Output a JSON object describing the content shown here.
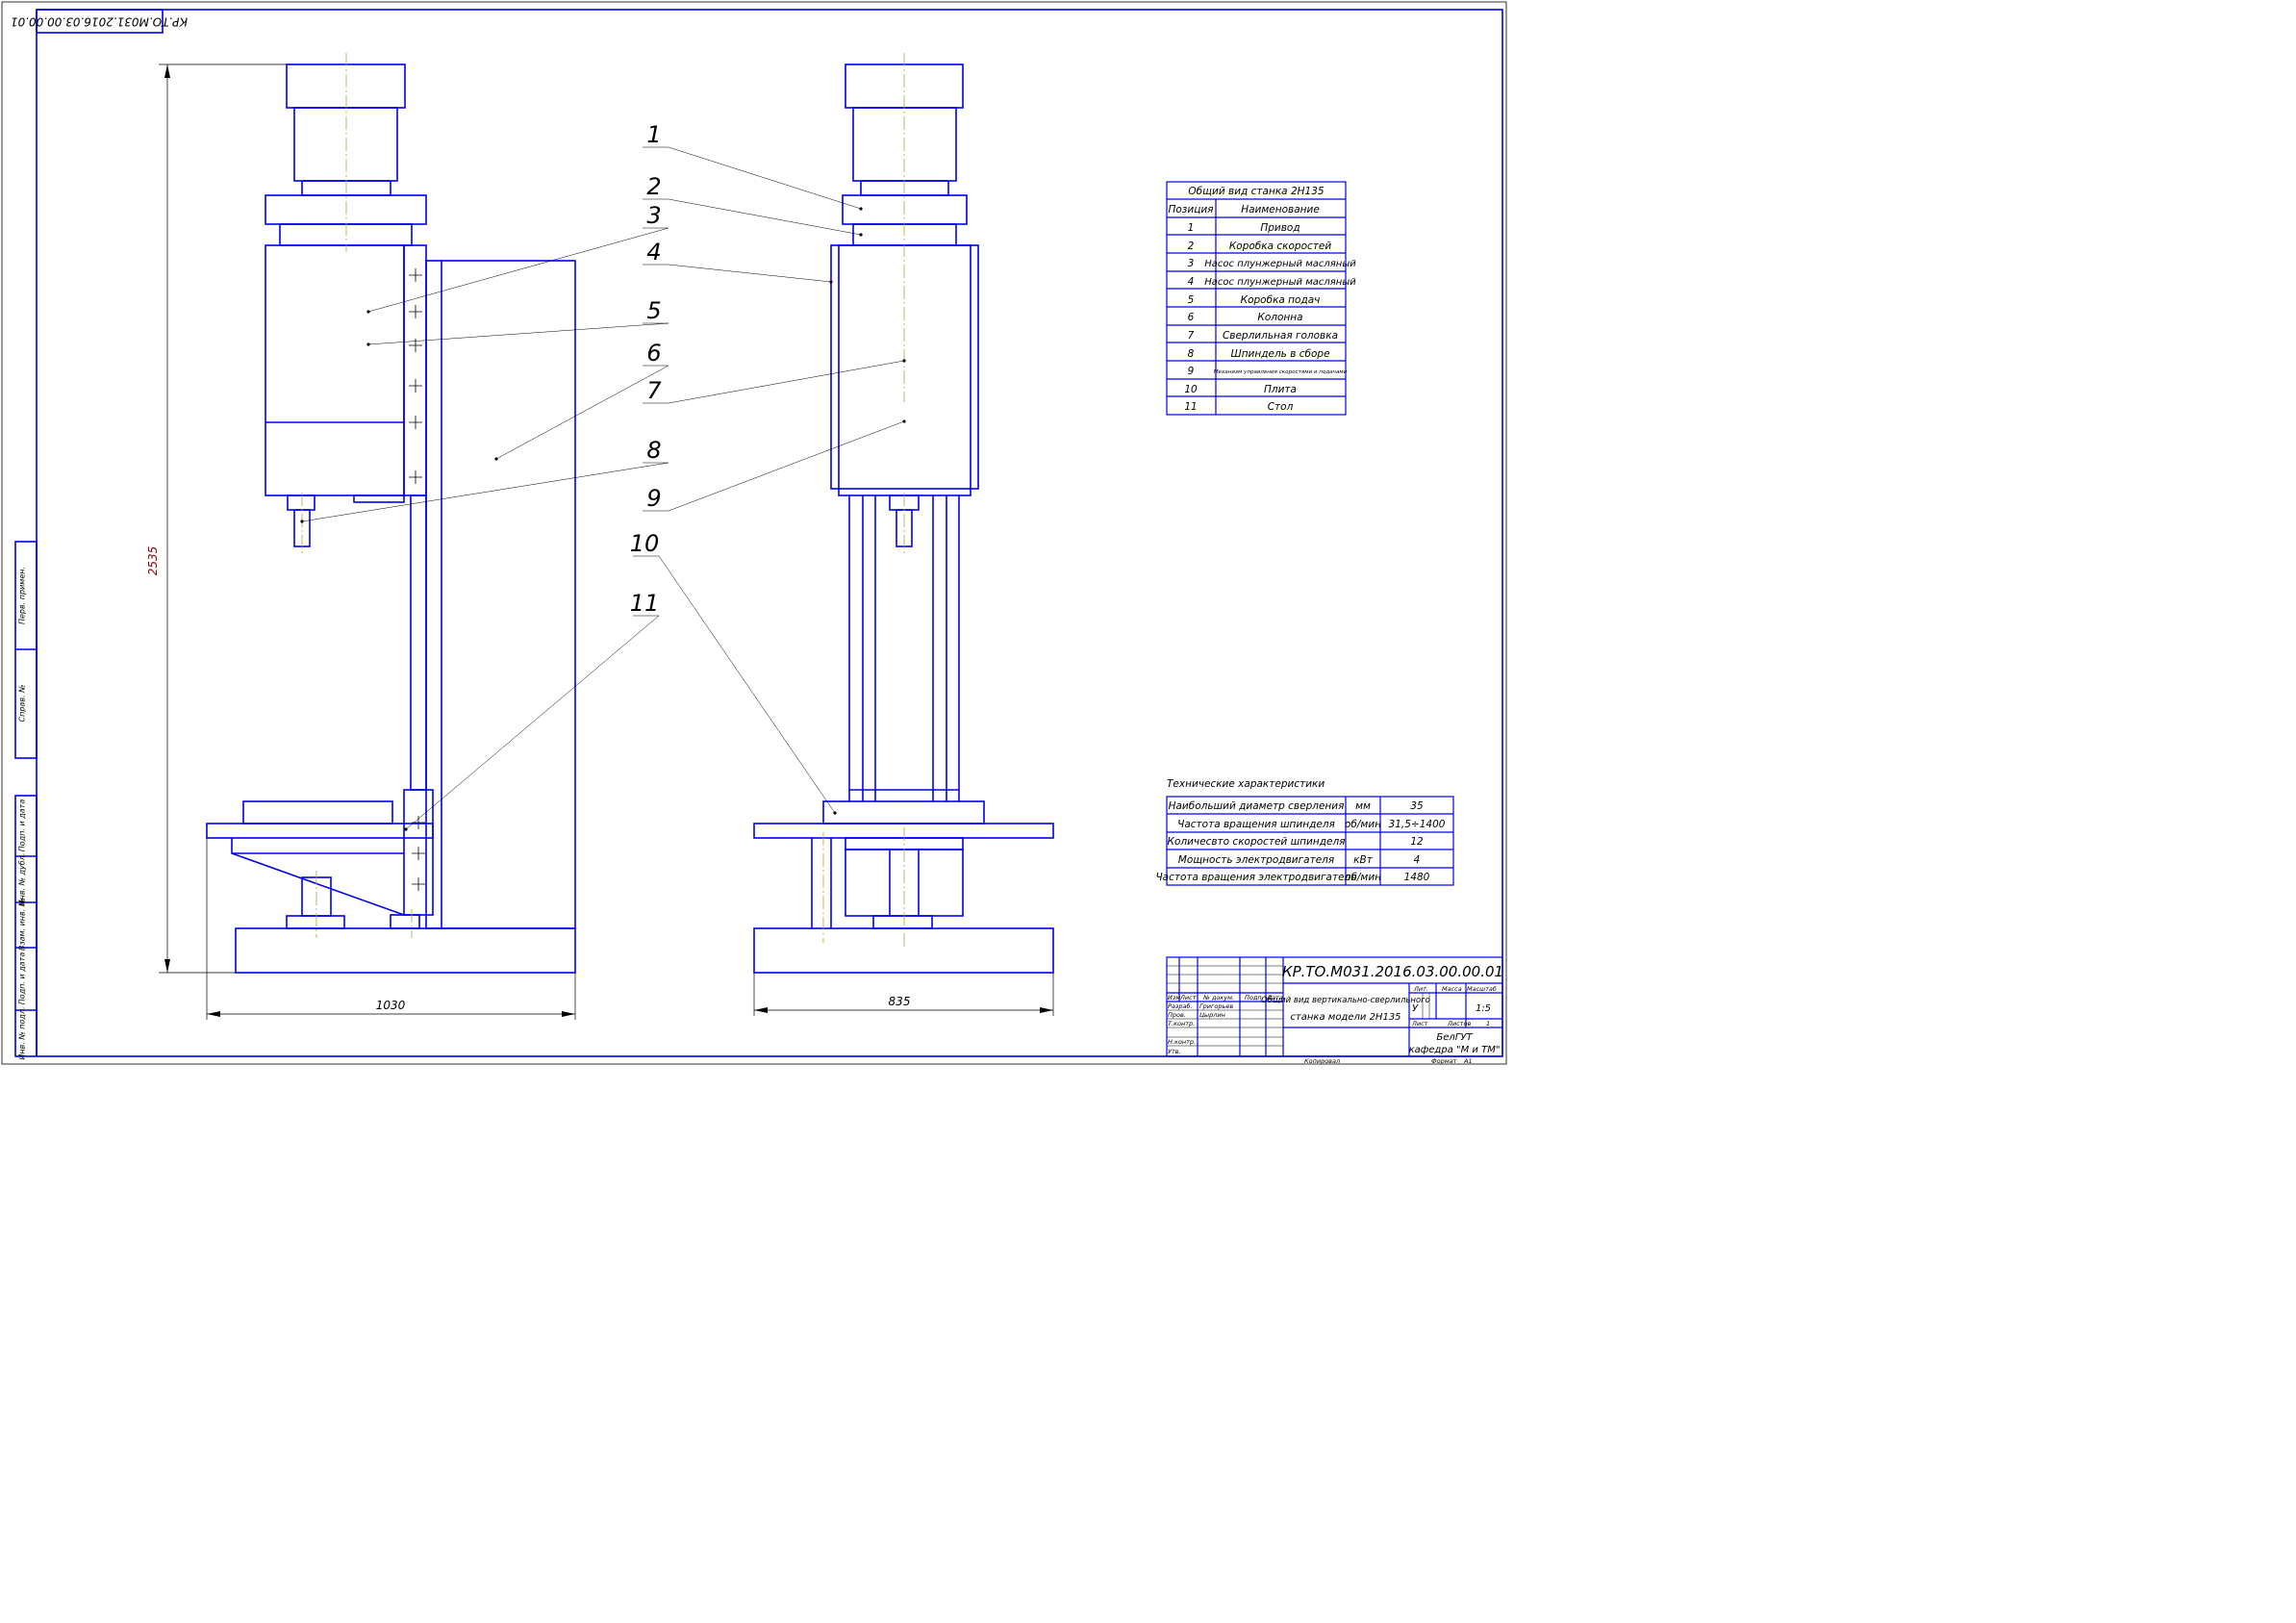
{
  "drawing": {
    "corner_code": "КР.ТО.М031.2016.03.00.00.01",
    "dimensions": {
      "height": "2535",
      "width_left": "1030",
      "width_right": "835"
    },
    "leader_numbers": [
      "1",
      "2",
      "3",
      "4",
      "5",
      "6",
      "7",
      "8",
      "9",
      "10",
      "11"
    ]
  },
  "parts_table": {
    "title": "Общий вид станка 2Н135",
    "headers": [
      "Позиция",
      "Наименование"
    ],
    "rows": [
      {
        "pos": "1",
        "name": "Привод"
      },
      {
        "pos": "2",
        "name": "Коробка скоростей"
      },
      {
        "pos": "3",
        "name": "Насос плунжерный масляный"
      },
      {
        "pos": "4",
        "name": "Насос плунжерный масляный"
      },
      {
        "pos": "5",
        "name": "Коробка подач"
      },
      {
        "pos": "6",
        "name": "Колонна"
      },
      {
        "pos": "7",
        "name": "Сверлильная головка"
      },
      {
        "pos": "8",
        "name": "Шпиндель в сборе"
      },
      {
        "pos": "9",
        "name": "Механизм управления скоростями и подачами"
      },
      {
        "pos": "10",
        "name": "Плита"
      },
      {
        "pos": "11",
        "name": "Стол"
      }
    ]
  },
  "specs": {
    "title": "Технические характеристики",
    "rows": [
      {
        "name": "Наибольший диаметр сверления",
        "unit": "мм",
        "value": "35"
      },
      {
        "name": "Частота вращения шпинделя",
        "unit": "об/мин",
        "value": "31,5÷1400"
      },
      {
        "name": "Количесвто скоростей шпинделя",
        "unit": "",
        "value": "12"
      },
      {
        "name": "Мощность электродвигателя",
        "unit": "кВт",
        "value": "4"
      },
      {
        "name": "Частота вращения электродвигателя",
        "unit": "об/мин",
        "value": "1480"
      }
    ]
  },
  "title_block": {
    "code": "КР.ТО.М031.2016.03.00.00.01",
    "name_line1": "Общий вид вертикально-сверлильного",
    "name_line2": "станка модели 2Н135",
    "col_headers": [
      "Изм",
      "Лист",
      "№ докум.",
      "Подп.",
      "Дата"
    ],
    "roles": [
      "Разраб.",
      "Пров.",
      "Т.контр.",
      "",
      "Н.контр.",
      "Утв."
    ],
    "persons": [
      "Григорьев",
      "Цырлин"
    ],
    "lit_label": "Лит.",
    "mass_label": "Масса",
    "scale_label": "Масштаб",
    "lit_value": "У",
    "scale_value": "1:5",
    "sheet_label": "Лист",
    "sheets_label": "Листов",
    "sheets_value": "1",
    "org_line1": "БелГУТ",
    "org_line2": "кафедра \"М и ТМ\"",
    "copied": "Копировал",
    "format_label": "Формат",
    "format_value": "А1"
  },
  "side_stamp": [
    "Перв. примен.",
    "Справ. №",
    "Подп. и дата",
    "Инв. № дубл.",
    "Взам. инв. №",
    "Подп. и дата",
    "Инв. № подл."
  ]
}
